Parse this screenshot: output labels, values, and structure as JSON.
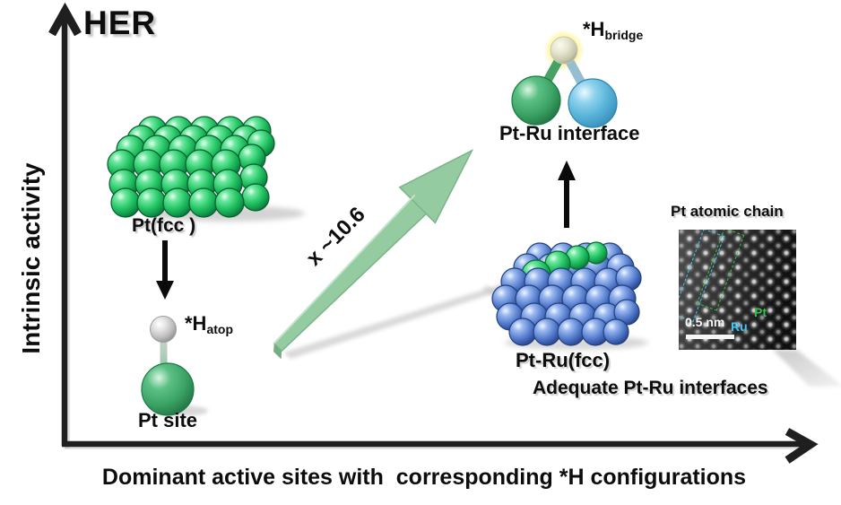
{
  "figure": {
    "title": "HER",
    "y_axis_label": "Intrinsic activity",
    "x_axis_label": "Dominant active sites with  corresponding *H configurations"
  },
  "left_pathway": {
    "cluster_label": "Pt(fcc )",
    "site_label": "Pt site",
    "h_species": "*H",
    "h_subscript": "atop"
  },
  "transition": {
    "factor_label": "x ~10.6"
  },
  "right_pathway": {
    "interface_label": "Pt-Ru interface",
    "h_species": "*H",
    "h_subscript": "bridge",
    "cluster_label": "Pt-Ru(fcc)",
    "caption": "Adequate Pt-Ru interfaces"
  },
  "tem_inset": {
    "title": "Pt atomic chain",
    "scale_bar_label": "0.5 nm",
    "pt_region_label": "Pt",
    "ru_region_label": "Ru"
  },
  "palette": {
    "pt_green": "#29c868",
    "ru_blue": "#5b82d0",
    "interface_pt_green": "#3aa264",
    "interface_ru_blue": "#59b4da",
    "h_atop_gray": "#cfcfcf",
    "h_bridge_pale": "#d9d9bd",
    "h_glow_yellow": "#fff170",
    "big_arrow_green": "#95cba0",
    "axis_black": "#1f1f1f",
    "tem_pt_label_green": "#35c04e",
    "tem_ru_label_cyan": "#41c4f2"
  }
}
